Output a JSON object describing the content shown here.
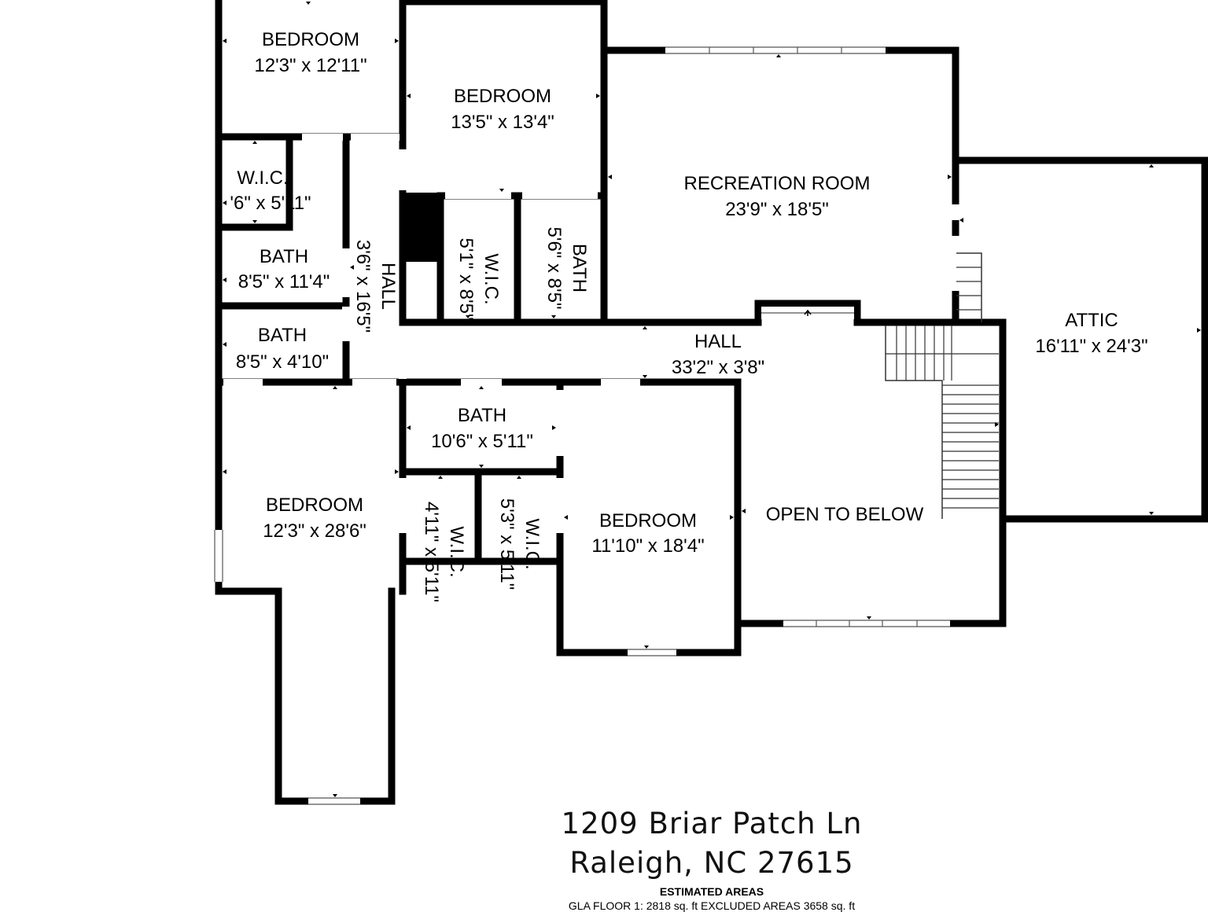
{
  "rooms": {
    "bedroom_nw": {
      "name": "BEDROOM",
      "dims": "12'3\" x 12'11\""
    },
    "bedroom_n": {
      "name": "BEDROOM",
      "dims": "13'5\" x 13'4\""
    },
    "recreation": {
      "name": "RECREATION ROOM",
      "dims": "23'9\" x 18'5\""
    },
    "wic_nw": {
      "name": "W.I.C.",
      "dims": "'6\" x 5'11\""
    },
    "bath_nw": {
      "name": "BATH",
      "dims": "8'5\" x 11'4\""
    },
    "bath_w": {
      "name": "BATH",
      "dims": "8'5\" x 4'10\""
    },
    "hall_v": {
      "name": "HALL",
      "dims": "3'6\" x 16'5\""
    },
    "wic_n": {
      "name": "W.I.C.",
      "dims": "5'1\" x 8'5\""
    },
    "bath_n": {
      "name": "BATH",
      "dims": "5'6\" x 8'5\""
    },
    "hall_h": {
      "name": "HALL",
      "dims": "33'2\" x 3'8\""
    },
    "attic": {
      "name": "ATTIC",
      "dims": "16'11\" x 24'3\""
    },
    "bath_s": {
      "name": "BATH",
      "dims": "10'6\" x 5'11\""
    },
    "bedroom_sw": {
      "name": "BEDROOM",
      "dims": "12'3\" x 28'6\""
    },
    "wic_s1": {
      "name": "W.I.C.",
      "dims": "4'11\" x 5'11\""
    },
    "wic_s2": {
      "name": "W.I.C.",
      "dims": "5'3\" x 5'11\""
    },
    "bedroom_s": {
      "name": "BEDROOM",
      "dims": "11'10\" x 18'4\""
    },
    "open_below": {
      "name": "OPEN TO BELOW"
    }
  },
  "address": {
    "line1": "1209 Briar Patch Ln",
    "line2": "Raleigh, NC  27615"
  },
  "footer": {
    "estimated_areas": "ESTIMATED AREAS",
    "gla": "GLA FLOOR 1: 2818 sq. ft   EXCLUDED AREAS 3658 sq. ft"
  }
}
